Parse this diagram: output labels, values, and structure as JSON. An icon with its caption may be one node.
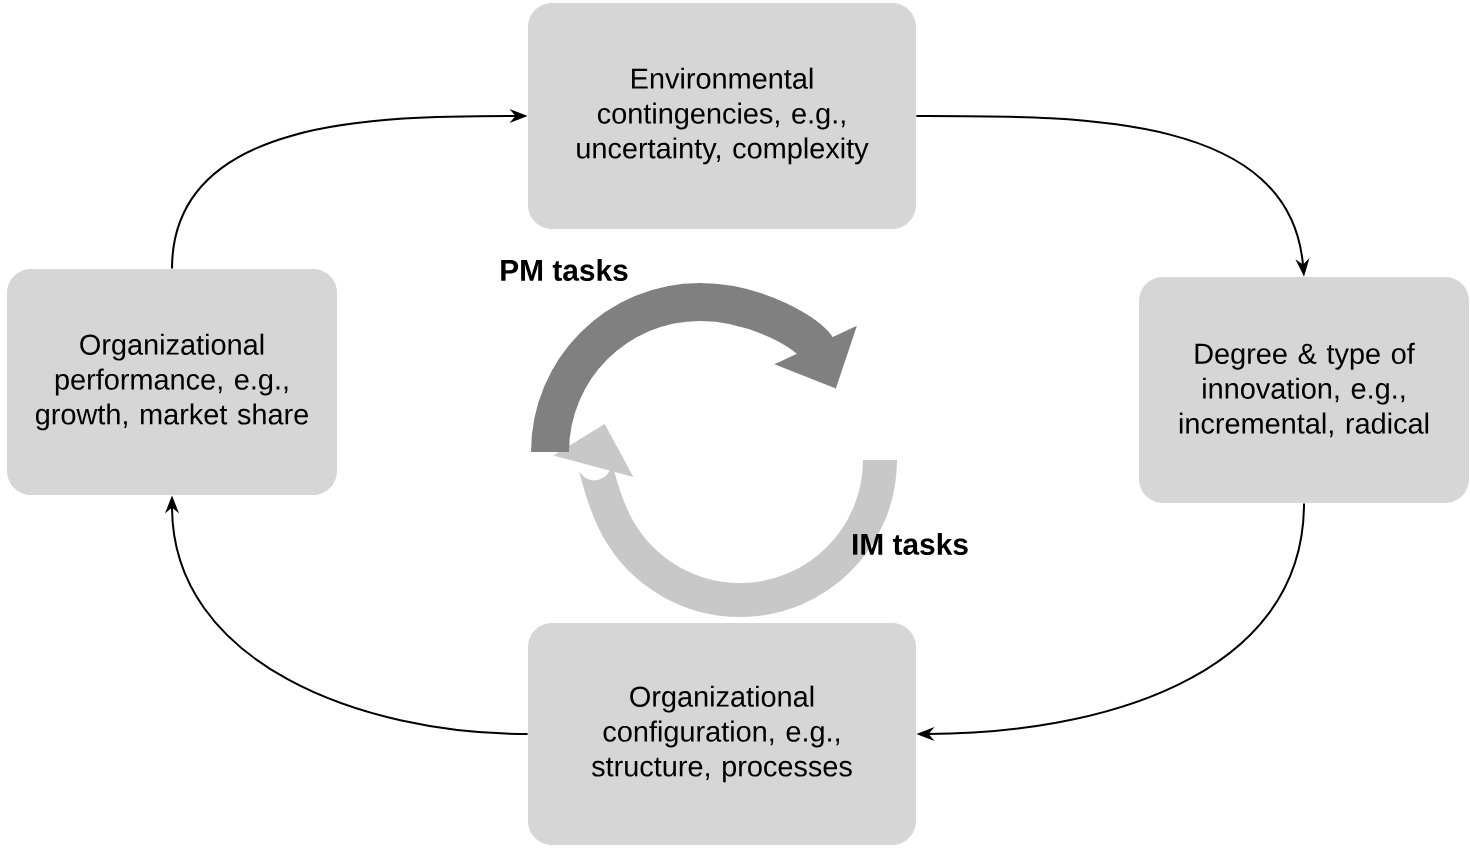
{
  "diagram": {
    "nodes": [
      {
        "text": [
          "Environmental contingencies, e.g., uncertainty, complexity"
        ]
      },
      {
        "text": [
          "Degree & type of innovation, e.g., incremental, radical"
        ]
      },
      {
        "text": [
          "Organizational configuration, e.g., structure, processes"
        ]
      },
      {
        "text": [
          "Organizational performance, e.g., growth, market share"
        ]
      }
    ],
    "edges": [
      {
        "from": 0,
        "to": 1,
        "arrow": "to"
      },
      {
        "from": 1,
        "to": 2,
        "arrow": "to"
      },
      {
        "from": 2,
        "to": 3,
        "arrow": "to"
      },
      {
        "from": 3,
        "to": 0,
        "arrow": "to"
      }
    ],
    "labels": [
      "PM tasks",
      "IM tasks"
    ]
  }
}
